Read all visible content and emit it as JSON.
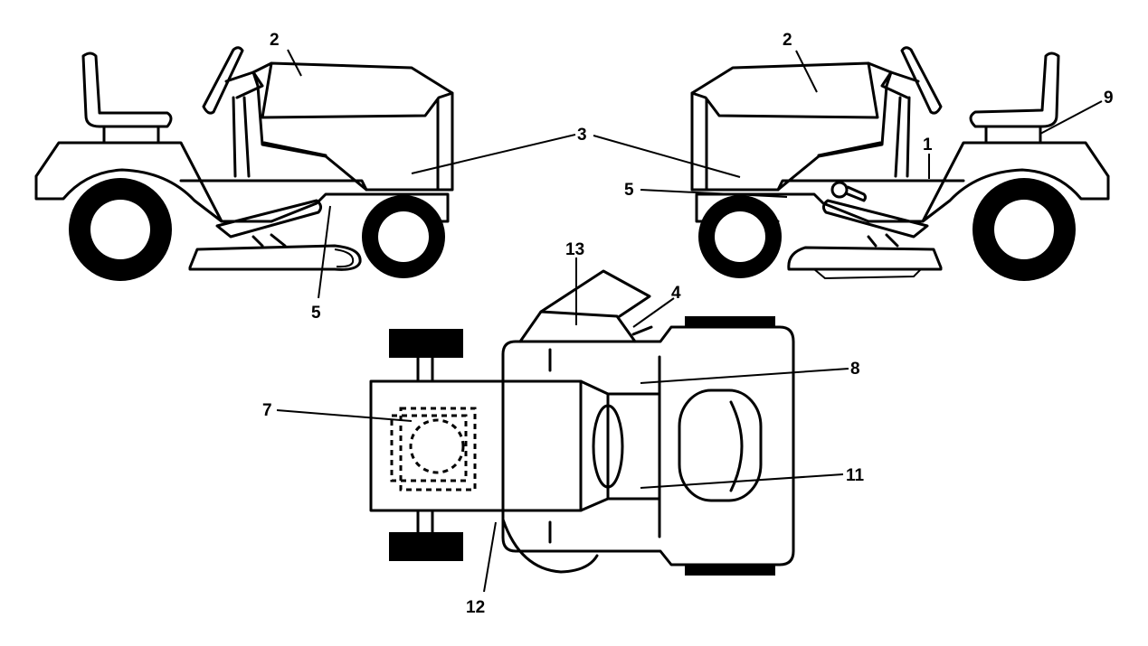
{
  "diagram": {
    "views": [
      {
        "id": "left-side",
        "callouts": [
          "2",
          "3",
          "5"
        ]
      },
      {
        "id": "right-side",
        "callouts": [
          "2",
          "3",
          "5",
          "1",
          "9"
        ]
      },
      {
        "id": "top",
        "callouts": [
          "13",
          "4",
          "8",
          "7",
          "11",
          "12"
        ]
      }
    ],
    "labels": {
      "left_2": "2",
      "left_5": "5",
      "shared_3": "3",
      "right_2": "2",
      "right_5": "5",
      "right_1": "1",
      "right_9": "9",
      "top_13": "13",
      "top_4": "4",
      "top_8": "8",
      "top_7": "7",
      "top_11": "11",
      "top_12": "12"
    }
  }
}
